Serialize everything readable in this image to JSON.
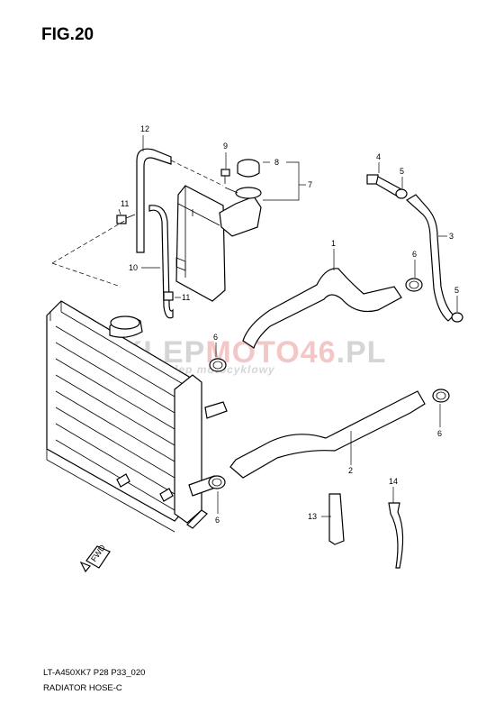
{
  "figure": {
    "title": "FIG.20"
  },
  "footer": {
    "code": "LT-A450XK7 P28 P33_020",
    "name": "RADIATOR HOSE-C"
  },
  "watermark": {
    "part1": "SKLEP",
    "part2": "MOTO",
    "part3": "46",
    "part4": ".PL",
    "tagline": "internetowy sklep motocyklowy"
  },
  "fwd_label": "FWD",
  "callouts": {
    "c1": "1",
    "c2": "2",
    "c3": "3",
    "c4": "4",
    "c5a": "5",
    "c5b": "5",
    "c6a": "6",
    "c6b": "6",
    "c6c": "6",
    "c6d": "6",
    "c7": "7",
    "c8": "8",
    "c9": "9",
    "c10": "10",
    "c11a": "11",
    "c11b": "11",
    "c12": "12",
    "c13": "13",
    "c14": "14"
  }
}
